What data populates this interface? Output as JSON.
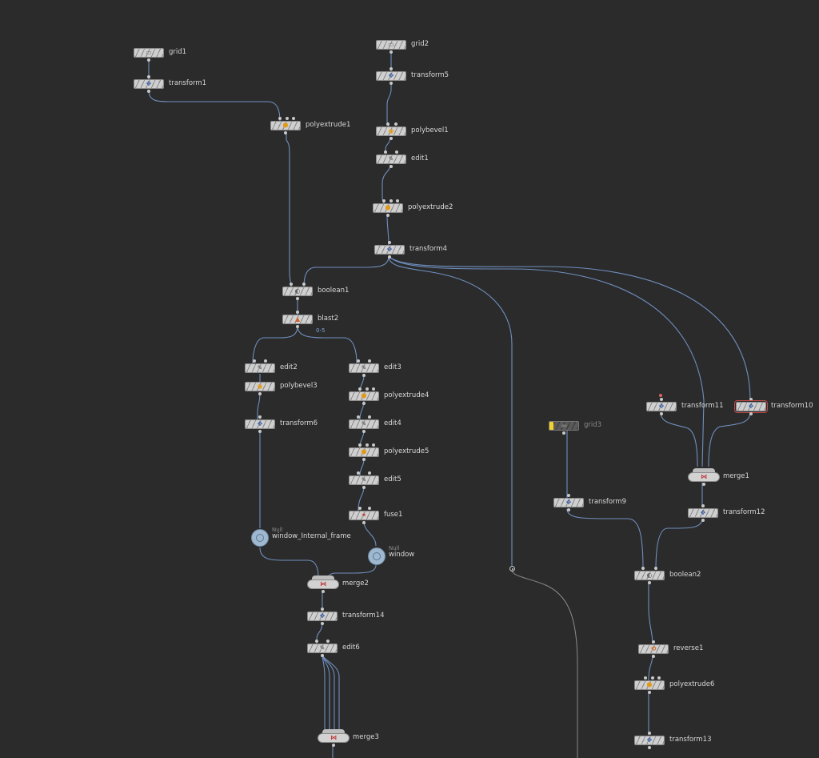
{
  "network": {
    "nodes": [
      {
        "id": "grid1",
        "label": "grid1",
        "icon": "grid-icon"
      },
      {
        "id": "transform1",
        "label": "transform1",
        "icon": "transform-icon"
      },
      {
        "id": "polyextrude1",
        "label": "polyextrude1",
        "icon": "polyextrude-icon"
      },
      {
        "id": "grid2",
        "label": "grid2",
        "icon": "grid-icon"
      },
      {
        "id": "transform5",
        "label": "transform5",
        "icon": "transform-icon"
      },
      {
        "id": "polybevel1",
        "label": "polybevel1",
        "icon": "polybevel-icon"
      },
      {
        "id": "edit1",
        "label": "edit1",
        "icon": "edit-icon"
      },
      {
        "id": "polyextrude2",
        "label": "polyextrude2",
        "icon": "polyextrude-icon"
      },
      {
        "id": "transform4",
        "label": "transform4",
        "icon": "transform-icon"
      },
      {
        "id": "boolean1",
        "label": "boolean1",
        "icon": "boolean-icon"
      },
      {
        "id": "blast2",
        "label": "blast2",
        "icon": "blast-icon",
        "group": "0-5"
      },
      {
        "id": "edit2",
        "label": "edit2",
        "icon": "edit-icon"
      },
      {
        "id": "polybevel3",
        "label": "polybevel3",
        "icon": "polybevel-icon"
      },
      {
        "id": "transform6",
        "label": "transform6",
        "icon": "transform-icon"
      },
      {
        "id": "edit3",
        "label": "edit3",
        "icon": "edit-icon"
      },
      {
        "id": "polyextrude4",
        "label": "polyextrude4",
        "icon": "polyextrude-icon"
      },
      {
        "id": "edit4",
        "label": "edit4",
        "icon": "edit-icon"
      },
      {
        "id": "polyextrude5",
        "label": "polyextrude5",
        "icon": "polyextrude-icon"
      },
      {
        "id": "edit5",
        "label": "edit5",
        "icon": "edit-icon"
      },
      {
        "id": "fuse1",
        "label": "fuse1",
        "icon": "fuse-icon"
      },
      {
        "id": "window_Internal_frame",
        "label": "window_Internal_frame",
        "type": "Null",
        "icon": "null-icon"
      },
      {
        "id": "window",
        "label": "window",
        "type": "Null",
        "icon": "null-icon"
      },
      {
        "id": "merge2",
        "label": "merge2",
        "icon": "merge-icon"
      },
      {
        "id": "transform14",
        "label": "transform14",
        "icon": "transform-icon"
      },
      {
        "id": "edit6",
        "label": "edit6",
        "icon": "edit-icon"
      },
      {
        "id": "merge3",
        "label": "merge3",
        "icon": "merge-icon"
      },
      {
        "id": "grid3",
        "label": "grid3",
        "icon": "grid-icon",
        "bypassed": true
      },
      {
        "id": "transform9",
        "label": "transform9",
        "icon": "transform-icon"
      },
      {
        "id": "transform11",
        "label": "transform11",
        "icon": "transform-icon"
      },
      {
        "id": "transform10",
        "label": "transform10",
        "icon": "transform-icon",
        "selected": true
      },
      {
        "id": "merge1",
        "label": "merge1",
        "icon": "merge-icon"
      },
      {
        "id": "transform12",
        "label": "transform12",
        "icon": "transform-icon"
      },
      {
        "id": "boolean2",
        "label": "boolean2",
        "icon": "boolean-icon"
      },
      {
        "id": "reverse1",
        "label": "reverse1",
        "icon": "reverse-icon"
      },
      {
        "id": "polyextrude6",
        "label": "polyextrude6",
        "icon": "polyextrude-icon"
      },
      {
        "id": "transform13",
        "label": "transform13",
        "icon": "transform-icon"
      }
    ],
    "colors": {
      "background": "#2b2b2b",
      "wire": "#6f8fbf",
      "wire_gray": "#8a8a8a",
      "node_body": "#cfcfcf",
      "selected_outline": "#c04848",
      "bypass_flag": "#f2d22e",
      "group_text": "#7ea6d8"
    }
  }
}
